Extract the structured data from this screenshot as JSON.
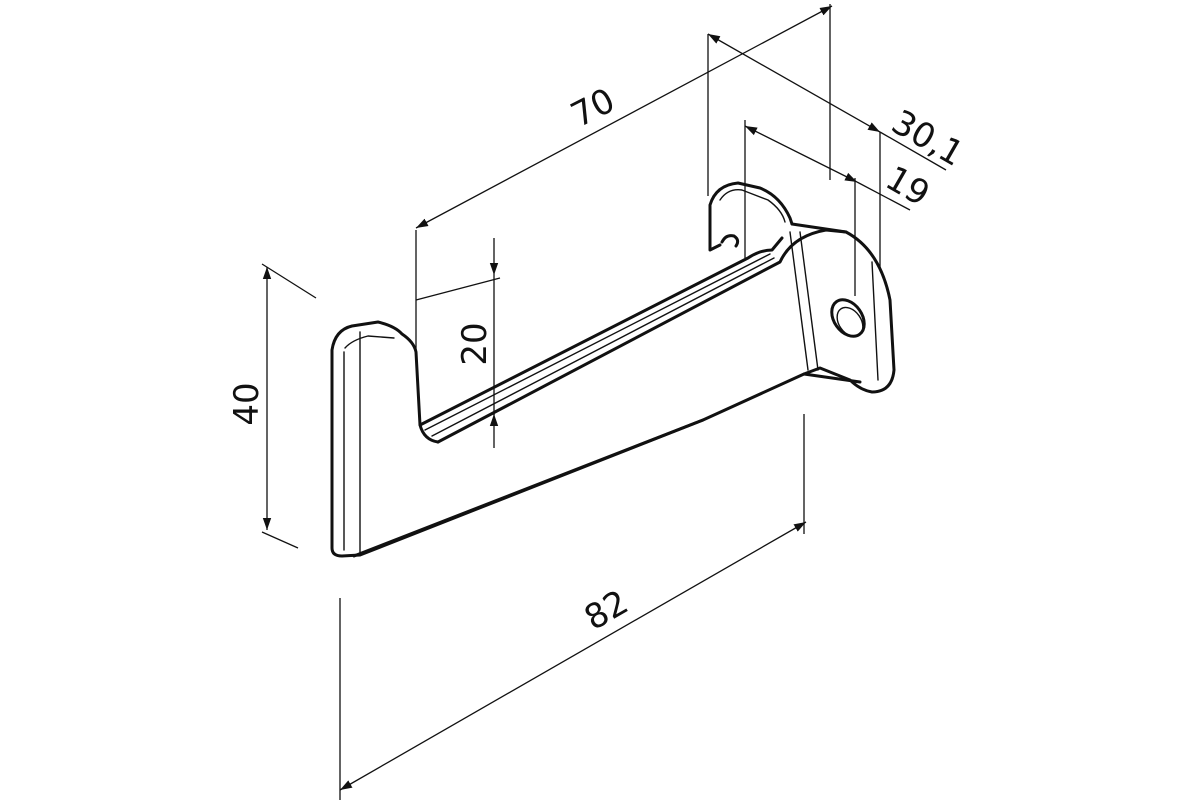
{
  "dimensions": {
    "width_70": "70",
    "width_30_1": "30,1",
    "width_19": "19",
    "height_20": "20",
    "height_40": "40",
    "length_82": "82"
  }
}
